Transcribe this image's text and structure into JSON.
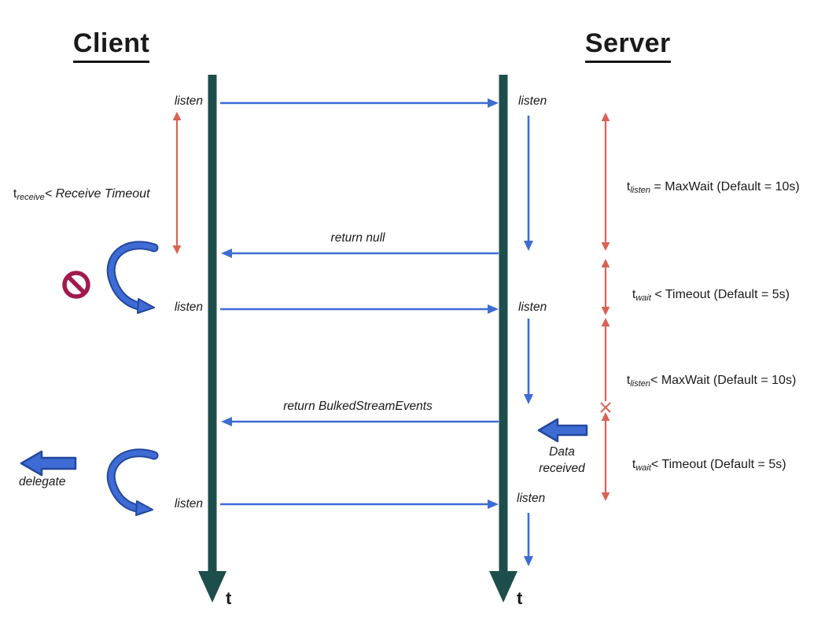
{
  "titles": {
    "client": "Client",
    "server": "Server"
  },
  "time_axis": {
    "client": "t",
    "server": "t"
  },
  "messages": {
    "listen1_left": "listen",
    "listen1_right": "listen",
    "return_null": "return null",
    "listen2_left": "listen",
    "listen2_right": "listen",
    "return_bulked": "return BulkedStreamEvents",
    "listen3_left": "listen",
    "listen3_right": "listen"
  },
  "measures": {
    "receive_timeout": {
      "t": "t",
      "sub": "receive",
      "rest": "< Receive Timeout"
    },
    "listen_maxwait_1": {
      "t": "t",
      "sub": "listen",
      "rest": " = MaxWait (Default = 10s)"
    },
    "wait_timeout_1": {
      "t": "t",
      "sub": "wait",
      "rest": " < Timeout (Default = 5s)"
    },
    "listen_maxwait_2": {
      "t": "t",
      "sub": "listen",
      "rest": "< MaxWait (Default = 10s)"
    },
    "wait_timeout_2": {
      "t": "t",
      "sub": "wait",
      "rest": "< Timeout (Default = 5s)"
    }
  },
  "callouts": {
    "delegate": "delegate",
    "data_received": "Data received"
  },
  "icons": {
    "prohibition": "no-entry-icon"
  },
  "colors": {
    "timeline": "#1D4E4B",
    "message_blue": "#3E6CD4",
    "outline_blue": "#24489E",
    "measure_red": "#D96352",
    "prohibition": "#A11A4F",
    "text": "#1A1A1A"
  }
}
